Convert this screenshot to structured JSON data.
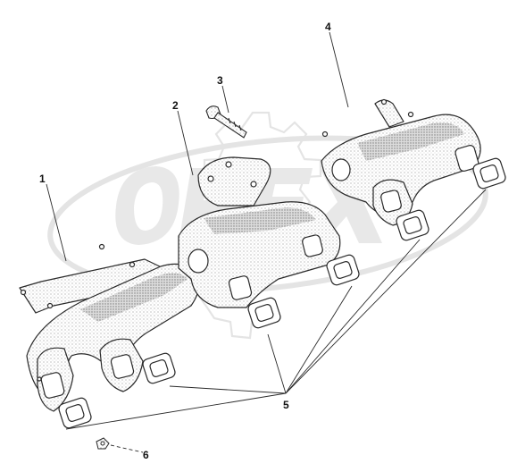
{
  "diagram": {
    "callouts": [
      {
        "id": "c1",
        "text": "1"
      },
      {
        "id": "c2",
        "text": "2"
      },
      {
        "id": "c3",
        "text": "3"
      },
      {
        "id": "c4",
        "text": "4"
      },
      {
        "id": "c5",
        "text": "5"
      },
      {
        "id": "c6",
        "text": "6"
      }
    ],
    "watermark": {
      "text": "OPEX",
      "color": "#e6e6e6"
    },
    "colors": {
      "line": "#2a2a2a",
      "shade": "#b8b8b8",
      "paper": "#ffffff"
    }
  }
}
